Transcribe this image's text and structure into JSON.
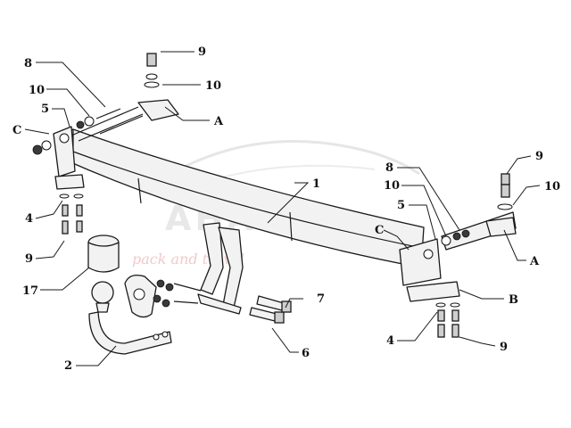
{
  "diagram": {
    "labels": {
      "l1": "1",
      "l2": "2",
      "l4a": "4",
      "l4b": "4",
      "l5a": "5",
      "l5b": "5",
      "l6": "6",
      "l7": "7",
      "l8a": "8",
      "l8b": "8",
      "l9a": "9",
      "l9b": "9",
      "l9c": "9",
      "l9d": "9",
      "l10a": "10",
      "l10b": "10",
      "l10c": "10",
      "l10d": "10",
      "l17": "17",
      "lAa": "A",
      "lAb": "A",
      "lB": "B",
      "lCa": "C",
      "lCb": "C"
    },
    "watermark": {
      "brand": "AHAKA",
      "tagline": "pack and travel"
    }
  }
}
